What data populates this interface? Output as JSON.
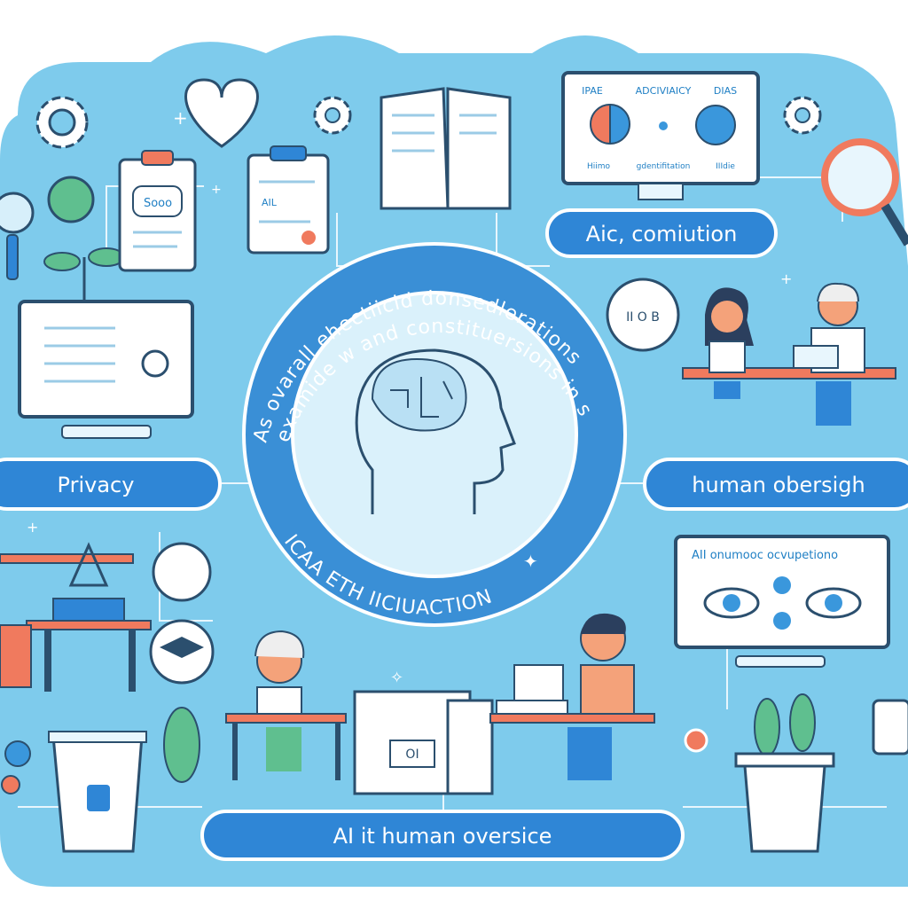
{
  "center": {
    "ring_text_outer": "As ovarall ehectiicid donsedlerations",
    "ring_text_inner": "examide w and constituersions in socisge",
    "ring_text_bottom": "ICAA ETH IICIUACTION"
  },
  "labels": {
    "top_right": "Aic, comiution",
    "left": "Privacy",
    "right": "human obersigh",
    "bottom": "AI it human oversice"
  },
  "top_monitor": {
    "headers": [
      "IPAE",
      "ADCIVIAICY",
      "DIAS"
    ],
    "captions": [
      "Hiimo",
      "gdentifitation",
      "IIIdie"
    ]
  },
  "right_monitor": {
    "title": "AII onumooc ocvupetiono"
  },
  "clipboard_bubble": "Sooo",
  "clipboard_label": "AIL",
  "envelope_text": "II O B",
  "book_text": "OI",
  "colors": {
    "background": "#7ecbec",
    "accent": "#2f86d6",
    "center_fill": "#daf1fb",
    "coral": "#f07a5e",
    "green": "#5fbf8f"
  }
}
